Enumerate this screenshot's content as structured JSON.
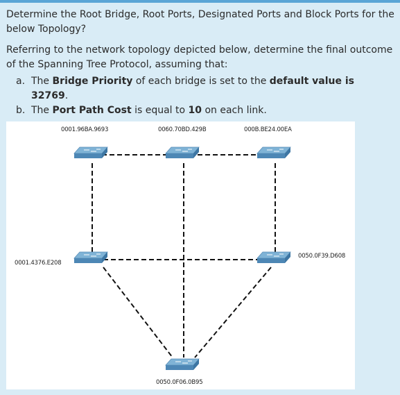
{
  "question": {
    "title": "Determine the Root Bridge, Root Ports, Designated Ports and Block Ports for the below Topology?",
    "intro": "Referring to the network topology depicted below, determine the final outcome of the Spanning Tree Protocol, assuming that:",
    "items": [
      {
        "marker": "a.",
        "pre": "The ",
        "bold1": "Bridge Priority",
        "mid": " of each bridge is set to the ",
        "bold2": "default value is 32769",
        "post": "."
      },
      {
        "marker": "b.",
        "pre": "The ",
        "bold1": "Port Path Cost",
        "mid": " is equal to ",
        "bold2": "10",
        "post": " on each link."
      }
    ]
  },
  "topology": {
    "switches": [
      {
        "id": "top-left",
        "mac": "0001.96BA.9693"
      },
      {
        "id": "top-middle",
        "mac": "0060.70BD.429B"
      },
      {
        "id": "top-right",
        "mac": "000B.BE24.00EA"
      },
      {
        "id": "middle-left",
        "mac": "0001.4376.E208"
      },
      {
        "id": "middle-right",
        "mac": "0050.0F39.D608"
      },
      {
        "id": "bottom",
        "mac": "0050.0F06.0B95"
      }
    ],
    "colors": {
      "switch_top": "#7fb3d6",
      "switch_side": "#4d87b5",
      "link": "#111111"
    }
  }
}
